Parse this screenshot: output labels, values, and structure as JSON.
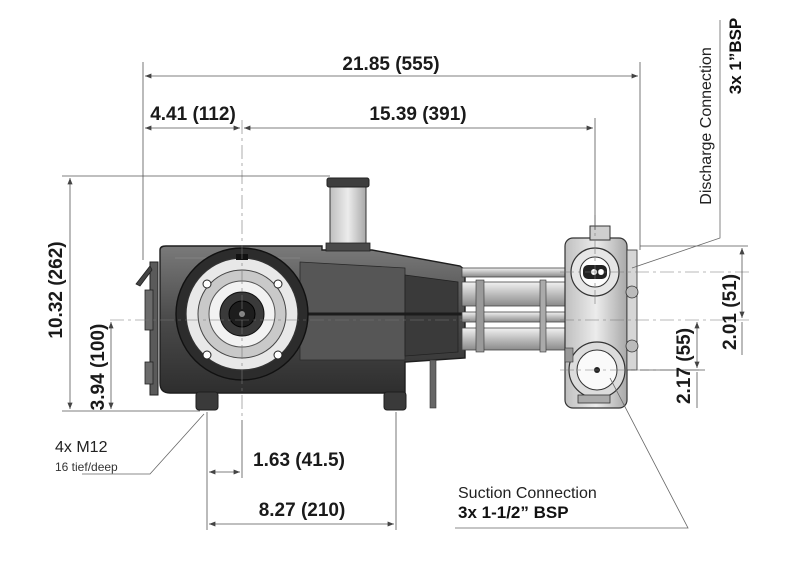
{
  "dimensions": {
    "overall_length": "21.85 (555)",
    "left_offset": "4.41 (112)",
    "shaft_to_discharge": "15.39 (391)",
    "overall_height": "10.32 (262)",
    "shaft_height": "3.94 (100)",
    "foot_offset": "1.63 (41.5)",
    "foot_spacing": "8.27 (210)",
    "discharge_offset": "2.01 (51)",
    "suction_offset": "2.17 (55)"
  },
  "callouts": {
    "mounting_holes": "4x M12",
    "mounting_depth": "16 tief/deep",
    "suction_label": "Suction Connection",
    "suction_size": "3x 1-1/2” BSP",
    "discharge_label": "Discharge Connection",
    "discharge_size": "3x 1”BSP"
  },
  "colors": {
    "body_dark": "#3c3c3c",
    "body_mid": "#6e6e6e",
    "metal_light": "#d9d9d9",
    "line": "#555555"
  }
}
